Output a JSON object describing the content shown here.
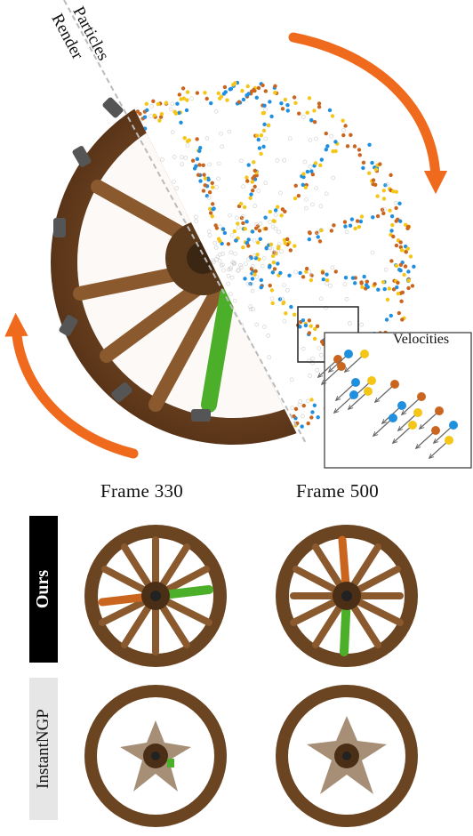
{
  "hero": {
    "particles_label": "Particles",
    "render_label": "Render",
    "inset_label": "Velocities",
    "colors": {
      "arrow": "#f06a1e",
      "particle_orange": "#c9651f",
      "particle_blue": "#1f8fe0",
      "particle_yellow": "#f5c518",
      "wood": "#7a4a24",
      "green_spoke": "#4caf2a"
    }
  },
  "grid": {
    "columns": [
      "Frame 330",
      "Frame 500"
    ],
    "rows": [
      {
        "label": "Ours",
        "style": "dark"
      },
      {
        "label": "InstantNGP",
        "style": "light"
      }
    ]
  }
}
